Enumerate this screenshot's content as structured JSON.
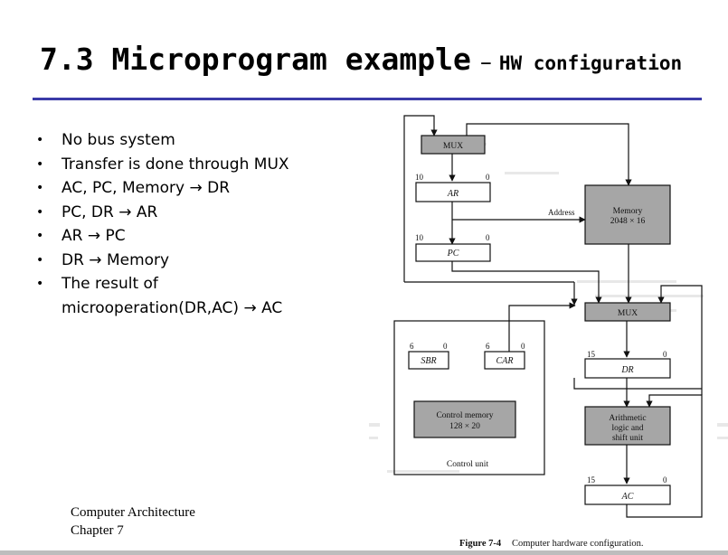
{
  "slide": {
    "title_main": "7.3 Microprogram example",
    "title_sep": "–",
    "title_sub": "HW configuration",
    "bullets": [
      "No bus system",
      "Transfer is done through MUX",
      "AC, PC, Memory → DR",
      "PC, DR → AR",
      "AR → PC",
      "DR → Memory",
      "The result of microoperation(DR,AC) → AC"
    ],
    "footer_line1": "Computer Architecture",
    "footer_line2": "Chapter 7"
  },
  "figure": {
    "mux_top": "MUX",
    "ar": "AR",
    "pc": "PC",
    "ar_bit_hi": "10",
    "ar_bit_lo": "0",
    "pc_bit_hi": "10",
    "pc_bit_lo": "0",
    "address_label": "Address",
    "memory_line1": "Memory",
    "memory_line2": "2048 × 16",
    "mux_right": "MUX",
    "dr": "DR",
    "dr_bit_hi": "15",
    "dr_bit_lo": "0",
    "alu_line1": "Arithmetic",
    "alu_line2": "logic and",
    "alu_line3": "shift unit",
    "ac": "AC",
    "ac_bit_hi": "15",
    "ac_bit_lo": "0",
    "sbr": "SBR",
    "car": "CAR",
    "sbr_bit_hi": "6",
    "sbr_bit_lo": "0",
    "car_bit_hi": "6",
    "car_bit_lo": "0",
    "control_memory_line1": "Control memory",
    "control_memory_line2": "128 × 20",
    "control_unit_label": "Control unit",
    "caption_num": "Figure 7-4",
    "caption_text": "Computer hardware configuration.",
    "box_fill": "#a6a6a6"
  }
}
